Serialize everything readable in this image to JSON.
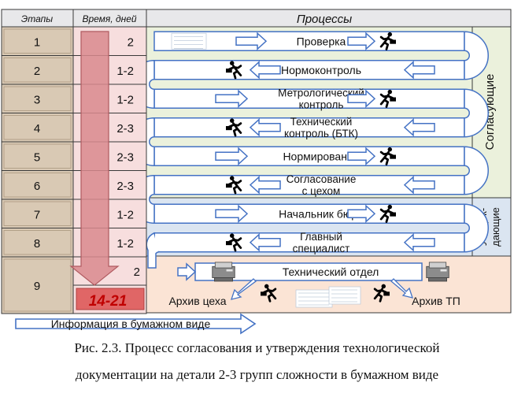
{
  "headers": {
    "stages": "Этапы",
    "time": "Время, дней",
    "processes": "Процессы"
  },
  "rows": [
    {
      "stage": "1",
      "days": "2"
    },
    {
      "stage": "2",
      "days": "1-2"
    },
    {
      "stage": "3",
      "days": "1-2"
    },
    {
      "stage": "4",
      "days": "2-3"
    },
    {
      "stage": "5",
      "days": "2-3"
    },
    {
      "stage": "6",
      "days": "2-3"
    },
    {
      "stage": "7",
      "days": "1-2"
    },
    {
      "stage": "8",
      "days": "1-2"
    },
    {
      "stage": "9",
      "days": "2"
    }
  ],
  "total_days": "14-21",
  "processes": [
    [
      "Проверка"
    ],
    [
      "Нормоконтроль"
    ],
    [
      "Метрологический",
      "контроль"
    ],
    [
      "Технический",
      "контроль (БТК)"
    ],
    [
      "Нормирование"
    ],
    [
      "Согласование",
      "с цехом"
    ],
    [
      "Начальник бюро"
    ],
    [
      "Главный",
      "специалист"
    ],
    [
      "Технический отдел"
    ]
  ],
  "archives": {
    "left": "Архив цеха",
    "right": "Архив ТП"
  },
  "groups": {
    "approving": "Согласующие",
    "confirming_1": "Утверж-",
    "confirming_2": "дающие"
  },
  "legend": "Информация в бумажном виде",
  "caption": {
    "line1": "Рис. 2.3. Процесс согласования и утверждения технологической",
    "line2": "документации на детали 2-3 групп сложности в бумажном виде"
  },
  "colors": {
    "grid_border": "#3a3a3a",
    "header_fill": "#e8e8ea",
    "stage_fill": "#d9c9b4",
    "day_fill": "#f7dede",
    "approving_fill": "#ebf1dc",
    "confirming_fill": "#dbe5f1",
    "final_fill": "#fbe4d5",
    "arrow_outline": "#4472c4",
    "big_arrow_fill": "#d98a8e",
    "big_arrow_stroke": "#b05a60",
    "total_fill": "#e06666",
    "total_text": "#c00000",
    "person": "#000000"
  }
}
